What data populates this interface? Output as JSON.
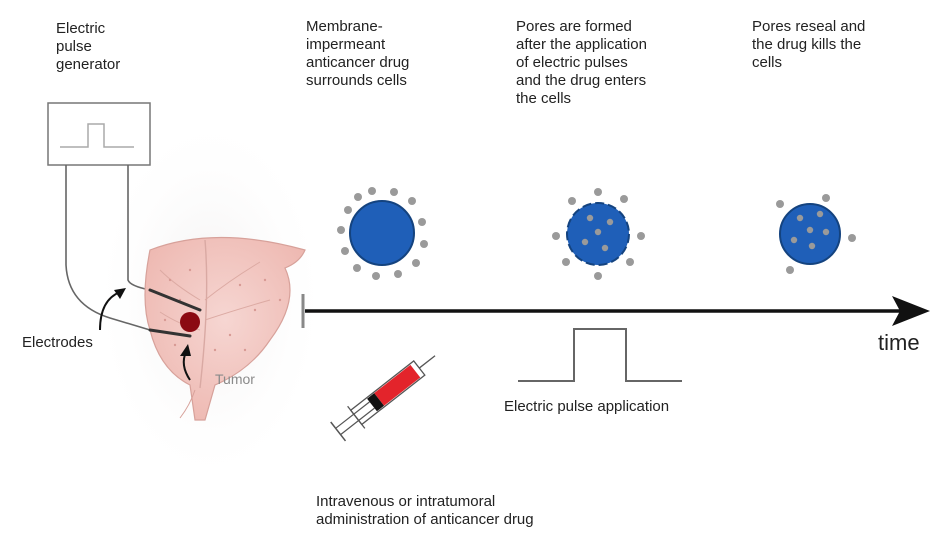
{
  "labels": {
    "generator": "Electric\npulse\ngenerator",
    "electrodes": "Electrodes",
    "tumor": "Tumor",
    "stage1": "Membrane-\nimpermeant\nanticancer drug\nsurrounds cells",
    "stage2": "Pores are formed\nafter the application\nof electric pulses\nand the drug enters\nthe cells",
    "stage3": "Pores reseal and\nthe drug kills the\ncells",
    "time": "time",
    "pulse": "Electric pulse application",
    "administration": "Intravenous or intratumoral\nadministration of anticancer drug"
  },
  "colors": {
    "cell": "#1f5fb8",
    "cell_outline": "#14437f",
    "drug": "#9a9a9a",
    "tissue": "#f2c9c4",
    "tissue_line": "#d7a19a",
    "tumor": "#8b0a12",
    "syringe_red": "#e3242b",
    "arrow": "#111111"
  }
}
